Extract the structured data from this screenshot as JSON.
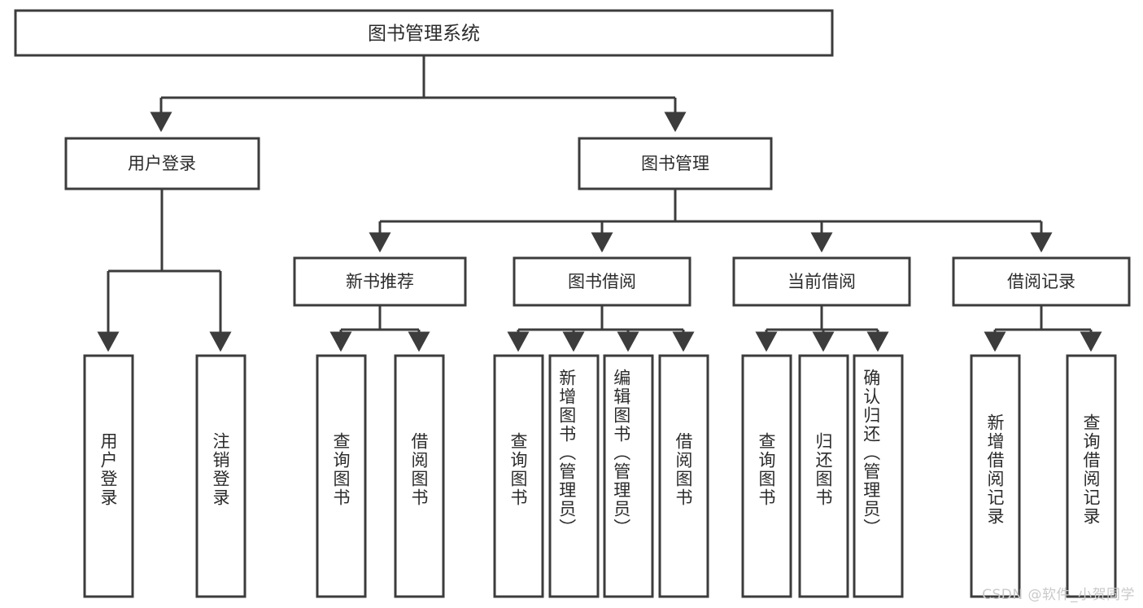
{
  "diagram": {
    "type": "tree-hierarchy",
    "title_node": {
      "id": "root",
      "label": "图书管理系统"
    },
    "level2": [
      {
        "id": "user-login",
        "label": "用户登录"
      },
      {
        "id": "book-manage",
        "label": "图书管理"
      }
    ],
    "level3": [
      {
        "id": "new-book-recommend",
        "label": "新书推荐",
        "parent": "book-manage"
      },
      {
        "id": "book-borrow",
        "label": "图书借阅",
        "parent": "book-manage"
      },
      {
        "id": "current-borrow",
        "label": "当前借阅",
        "parent": "book-manage"
      },
      {
        "id": "borrow-record",
        "label": "借阅记录",
        "parent": "book-manage"
      }
    ],
    "leaves": {
      "user-login": [
        {
          "id": "leaf-user-login",
          "label": "用户登录"
        },
        {
          "id": "leaf-user-logout",
          "label": "注销登录"
        }
      ],
      "new-book-recommend": [
        {
          "id": "leaf-query-book-1",
          "label": "查询图书"
        },
        {
          "id": "leaf-borrow-book-1",
          "label": "借阅图书"
        }
      ],
      "book-borrow": [
        {
          "id": "leaf-query-book-2",
          "label": "查询图书"
        },
        {
          "id": "leaf-add-book",
          "label": "新增图书（管理员）"
        },
        {
          "id": "leaf-edit-book",
          "label": "编辑图书（管理员）"
        },
        {
          "id": "leaf-borrow-book-2",
          "label": "借阅图书"
        }
      ],
      "current-borrow": [
        {
          "id": "leaf-query-book-3",
          "label": "查询图书"
        },
        {
          "id": "leaf-return-book",
          "label": "归还图书"
        },
        {
          "id": "leaf-confirm-return",
          "label": "确认归还（管理员）"
        }
      ],
      "borrow-record": [
        {
          "id": "leaf-add-record",
          "label": "新增借阅记录"
        },
        {
          "id": "leaf-query-record",
          "label": "查询借阅记录"
        }
      ]
    },
    "colors": {
      "stroke": "#3c3c3c",
      "fill": "#ffffff",
      "text": "#2b2b2b",
      "watermark": "#c9c9c9"
    }
  },
  "watermark": {
    "text": "CSDN @软件_小贺同学"
  }
}
